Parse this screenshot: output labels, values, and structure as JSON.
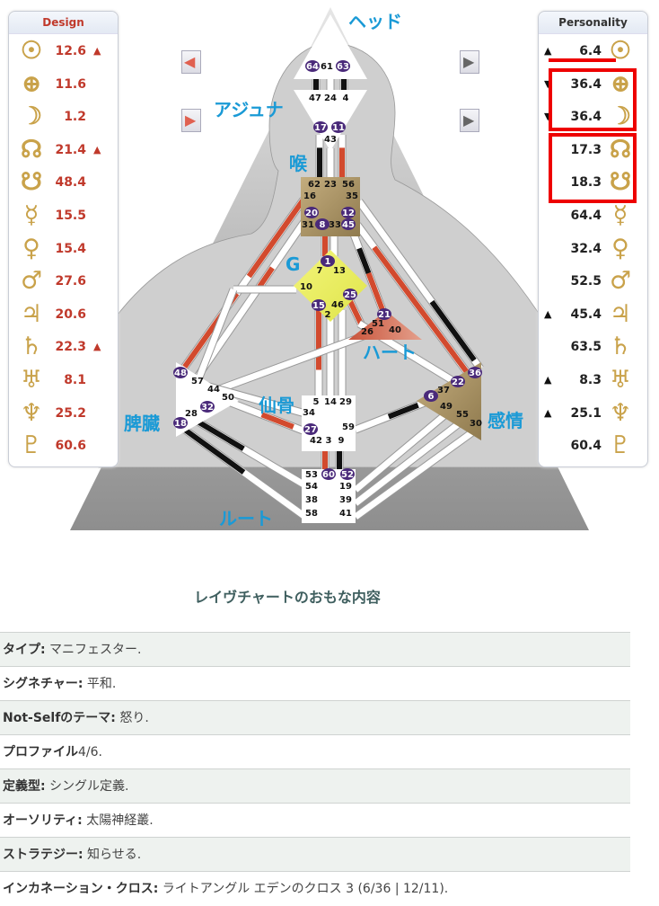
{
  "design": {
    "title": "Design",
    "color": "#c0392b",
    "planets": [
      {
        "icon": "sun-icon",
        "glyph": "☉",
        "value": "12.6",
        "arrow": "▲"
      },
      {
        "icon": "earth-icon",
        "glyph": "⊕",
        "value": "11.6",
        "arrow": ""
      },
      {
        "icon": "moon-icon",
        "glyph": "☽",
        "value": "1.2",
        "arrow": ""
      },
      {
        "icon": "north-node-icon",
        "glyph": "☊",
        "value": "21.4",
        "arrow": "▲"
      },
      {
        "icon": "south-node-icon",
        "glyph": "☋",
        "value": "48.4",
        "arrow": ""
      },
      {
        "icon": "mercury-icon",
        "glyph": "☿",
        "value": "15.5",
        "arrow": ""
      },
      {
        "icon": "venus-icon",
        "glyph": "♀",
        "value": "15.4",
        "arrow": ""
      },
      {
        "icon": "mars-icon",
        "glyph": "♂",
        "value": "27.6",
        "arrow": ""
      },
      {
        "icon": "jupiter-icon",
        "glyph": "♃",
        "value": "20.6",
        "arrow": ""
      },
      {
        "icon": "saturn-icon",
        "glyph": "♄",
        "value": "22.3",
        "arrow": "▲"
      },
      {
        "icon": "uranus-icon",
        "glyph": "♅",
        "value": "8.1",
        "arrow": ""
      },
      {
        "icon": "neptune-icon",
        "glyph": "♆",
        "value": "25.2",
        "arrow": ""
      },
      {
        "icon": "pluto-icon",
        "glyph": "♇",
        "value": "60.6",
        "arrow": ""
      }
    ]
  },
  "personality": {
    "title": "Personality",
    "planets": [
      {
        "icon": "sun-icon",
        "glyph": "☉",
        "value": "6.4",
        "arrow": "▲"
      },
      {
        "icon": "earth-icon",
        "glyph": "⊕",
        "value": "36.4",
        "arrow": "▼"
      },
      {
        "icon": "moon-icon",
        "glyph": "☽",
        "value": "36.4",
        "arrow": "▼"
      },
      {
        "icon": "north-node-icon",
        "glyph": "☊",
        "value": "17.3",
        "arrow": ""
      },
      {
        "icon": "south-node-icon",
        "glyph": "☋",
        "value": "18.3",
        "arrow": ""
      },
      {
        "icon": "mercury-icon",
        "glyph": "☿",
        "value": "64.4",
        "arrow": ""
      },
      {
        "icon": "venus-icon",
        "glyph": "♀",
        "value": "32.4",
        "arrow": ""
      },
      {
        "icon": "mars-icon",
        "glyph": "♂",
        "value": "52.5",
        "arrow": ""
      },
      {
        "icon": "jupiter-icon",
        "glyph": "♃",
        "value": "45.4",
        "arrow": "▲"
      },
      {
        "icon": "saturn-icon",
        "glyph": "♄",
        "value": "63.5",
        "arrow": ""
      },
      {
        "icon": "uranus-icon",
        "glyph": "♅",
        "value": "8.3",
        "arrow": "▲"
      },
      {
        "icon": "neptune-icon",
        "glyph": "♆",
        "value": "25.1",
        "arrow": "▲"
      },
      {
        "icon": "pluto-icon",
        "glyph": "♇",
        "value": "60.4",
        "arrow": ""
      }
    ]
  },
  "colors": {
    "design": "#d24a2e",
    "personality": "#111111",
    "center_label": "#1a9ad6",
    "gate_active": "#4a2a7a",
    "defined_center": "#a8905e",
    "g_center": "#e8ec5a",
    "heart_center": "#d9735a",
    "annotation": "#ee0000"
  },
  "centers": {
    "head": {
      "label": "ヘッド",
      "defined": false,
      "gates": [
        {
          "n": "64",
          "active": true
        },
        {
          "n": "61",
          "active": false
        },
        {
          "n": "63",
          "active": true
        }
      ]
    },
    "ajna": {
      "label": "アジュナ",
      "defined": false,
      "gates": [
        {
          "n": "47",
          "active": false
        },
        {
          "n": "24",
          "active": false
        },
        {
          "n": "4",
          "active": false
        },
        {
          "n": "17",
          "active": true
        },
        {
          "n": "11",
          "active": true
        },
        {
          "n": "43",
          "active": false
        }
      ]
    },
    "throat": {
      "label": "喉",
      "defined": true,
      "gates": [
        {
          "n": "62",
          "active": false
        },
        {
          "n": "23",
          "active": false
        },
        {
          "n": "56",
          "active": false
        },
        {
          "n": "16",
          "active": false
        },
        {
          "n": "35",
          "active": false
        },
        {
          "n": "20",
          "active": true
        },
        {
          "n": "12",
          "active": true
        },
        {
          "n": "31",
          "active": false
        },
        {
          "n": "8",
          "active": true
        },
        {
          "n": "33",
          "active": false
        },
        {
          "n": "45",
          "active": true
        }
      ]
    },
    "g": {
      "label": "G",
      "defined": false,
      "gates": [
        {
          "n": "1",
          "active": true
        },
        {
          "n": "7",
          "active": false
        },
        {
          "n": "13",
          "active": false
        },
        {
          "n": "10",
          "active": false
        },
        {
          "n": "25",
          "active": true
        },
        {
          "n": "15",
          "active": true
        },
        {
          "n": "46",
          "active": false
        },
        {
          "n": "2",
          "active": false
        }
      ]
    },
    "heart": {
      "label": "ハート",
      "defined": false,
      "gates": [
        {
          "n": "21",
          "active": true
        },
        {
          "n": "51",
          "active": false
        },
        {
          "n": "26",
          "active": false
        },
        {
          "n": "40",
          "active": false
        }
      ]
    },
    "spleen": {
      "label": "脾臓",
      "defined": false,
      "gates": [
        {
          "n": "48",
          "active": true
        },
        {
          "n": "57",
          "active": false
        },
        {
          "n": "44",
          "active": false
        },
        {
          "n": "50",
          "active": false
        },
        {
          "n": "32",
          "active": true
        },
        {
          "n": "28",
          "active": false
        },
        {
          "n": "18",
          "active": true
        }
      ]
    },
    "sacral": {
      "label": "仙骨",
      "defined": false,
      "gates": [
        {
          "n": "5",
          "active": false
        },
        {
          "n": "14",
          "active": false
        },
        {
          "n": "29",
          "active": false
        },
        {
          "n": "34",
          "active": false
        },
        {
          "n": "59",
          "active": false
        },
        {
          "n": "27",
          "active": true
        },
        {
          "n": "42",
          "active": false
        },
        {
          "n": "3",
          "active": false
        },
        {
          "n": "9",
          "active": false
        }
      ]
    },
    "solar": {
      "label": "感情",
      "defined": true,
      "gates": [
        {
          "n": "36",
          "active": true
        },
        {
          "n": "22",
          "active": true
        },
        {
          "n": "6",
          "active": true
        },
        {
          "n": "37",
          "active": false
        },
        {
          "n": "49",
          "active": false
        },
        {
          "n": "55",
          "active": false
        },
        {
          "n": "30",
          "active": false
        }
      ]
    },
    "root": {
      "label": "ルート",
      "defined": false,
      "gates": [
        {
          "n": "53",
          "active": false
        },
        {
          "n": "60",
          "active": true
        },
        {
          "n": "52",
          "active": true
        },
        {
          "n": "54",
          "active": false
        },
        {
          "n": "19",
          "active": false
        },
        {
          "n": "38",
          "active": false
        },
        {
          "n": "39",
          "active": false
        },
        {
          "n": "58",
          "active": false
        },
        {
          "n": "41",
          "active": false
        }
      ]
    }
  },
  "nav": {
    "prev_icon": "arrow-left-icon",
    "next_icon": "arrow-right-icon"
  },
  "summary": {
    "title": "レイヴチャートのおもな内容",
    "rows": [
      {
        "label": "タイプ:",
        "value": " マニフェスター."
      },
      {
        "label": "シグネチャー:",
        "value": " 平和."
      },
      {
        "label": "Not-Selfのテーマ:",
        "value": " 怒り."
      },
      {
        "label": "プロファイル",
        "value": "4/6."
      },
      {
        "label": "定義型:",
        "value": " シングル定義."
      },
      {
        "label": "オーソリティ:",
        "value": " 太陽神経叢."
      },
      {
        "label": "ストラテジー:",
        "value": " 知らせる."
      },
      {
        "label": "インカネーション・クロス:",
        "value": " ライトアングル エデンのクロス 3 (6/36 | 12/11)."
      }
    ]
  }
}
